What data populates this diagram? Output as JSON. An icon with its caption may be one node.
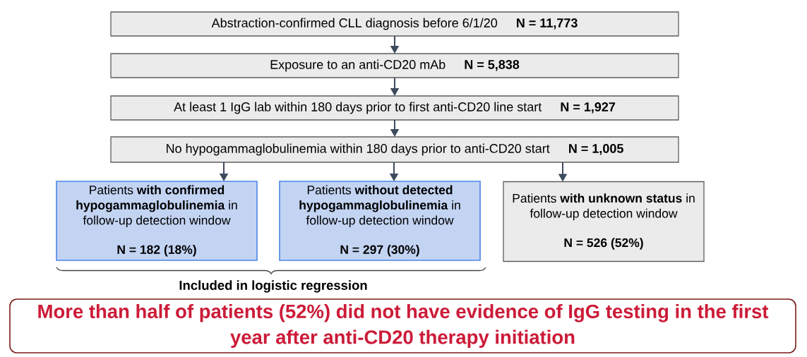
{
  "diagram": {
    "nodes": [
      {
        "text": [
          "Abstraction-confirmed CLL diagnosis before 6/1/20",
          "N = 11,773"
        ]
      },
      {
        "text": [
          "Exposure to an anti-CD20 mAb",
          "N = 5,838"
        ]
      },
      {
        "text": [
          "At least 1 IgG lab within 180 days prior to first anti-CD20 line start",
          "N = 1,927"
        ]
      },
      {
        "text": [
          "No hypogammaglobulinemia within 180 days prior to anti-CD20 start",
          "N = 1,005"
        ]
      },
      {
        "text": [
          "Patients **with confirmed hypogammaglobulinemia** in follow-up detection window",
          "N = 182 (18%)"
        ]
      },
      {
        "text": [
          "Patients **without detected hypogammaglobulinemia** in follow-up detection window",
          "N = 297 (30%)"
        ]
      },
      {
        "text": [
          "Patients **with unknown status** in follow-up detection window",
          "N = 526 (52%)"
        ]
      },
      {
        "text": [
          "More than half of patients (52%) did not have evidence of IgG testing in the first year after anti-CD20 therapy initiation"
        ]
      }
    ],
    "edges": [
      {
        "from": 0,
        "to": 1,
        "arrow": "to"
      },
      {
        "from": 1,
        "to": 2,
        "arrow": "to"
      },
      {
        "from": 2,
        "to": 3,
        "arrow": "to"
      },
      {
        "from": 3,
        "to": 4,
        "arrow": "to"
      },
      {
        "from": 3,
        "to": 5,
        "arrow": "to"
      },
      {
        "from": 3,
        "to": 6,
        "arrow": "to"
      }
    ],
    "labels": [
      "Included in logistic regression"
    ]
  }
}
